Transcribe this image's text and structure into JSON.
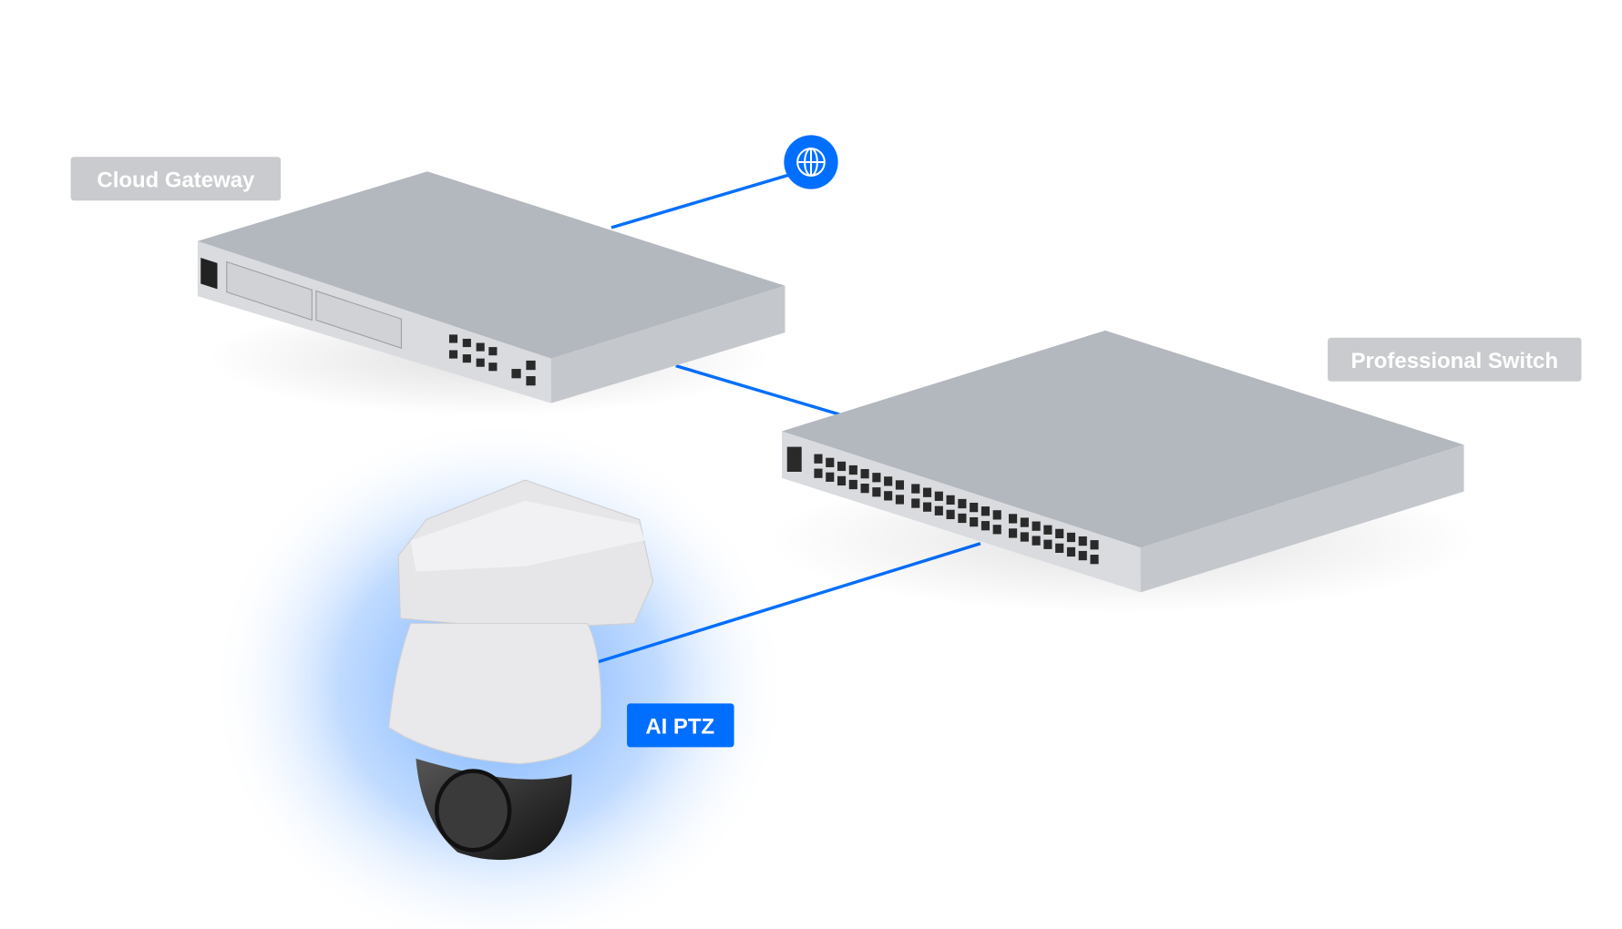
{
  "nodes": {
    "gateway": {
      "label": "Cloud Gateway"
    },
    "switch": {
      "label": "Professional Switch"
    },
    "camera": {
      "label": "AI PTZ"
    },
    "internet": {
      "icon": "globe-icon"
    }
  },
  "colors": {
    "accent": "#006fff",
    "label_bg": "#c9cbce",
    "device_top": "#b3b7be",
    "device_front": "#d9dbdf",
    "device_side": "#c4c7cc"
  }
}
